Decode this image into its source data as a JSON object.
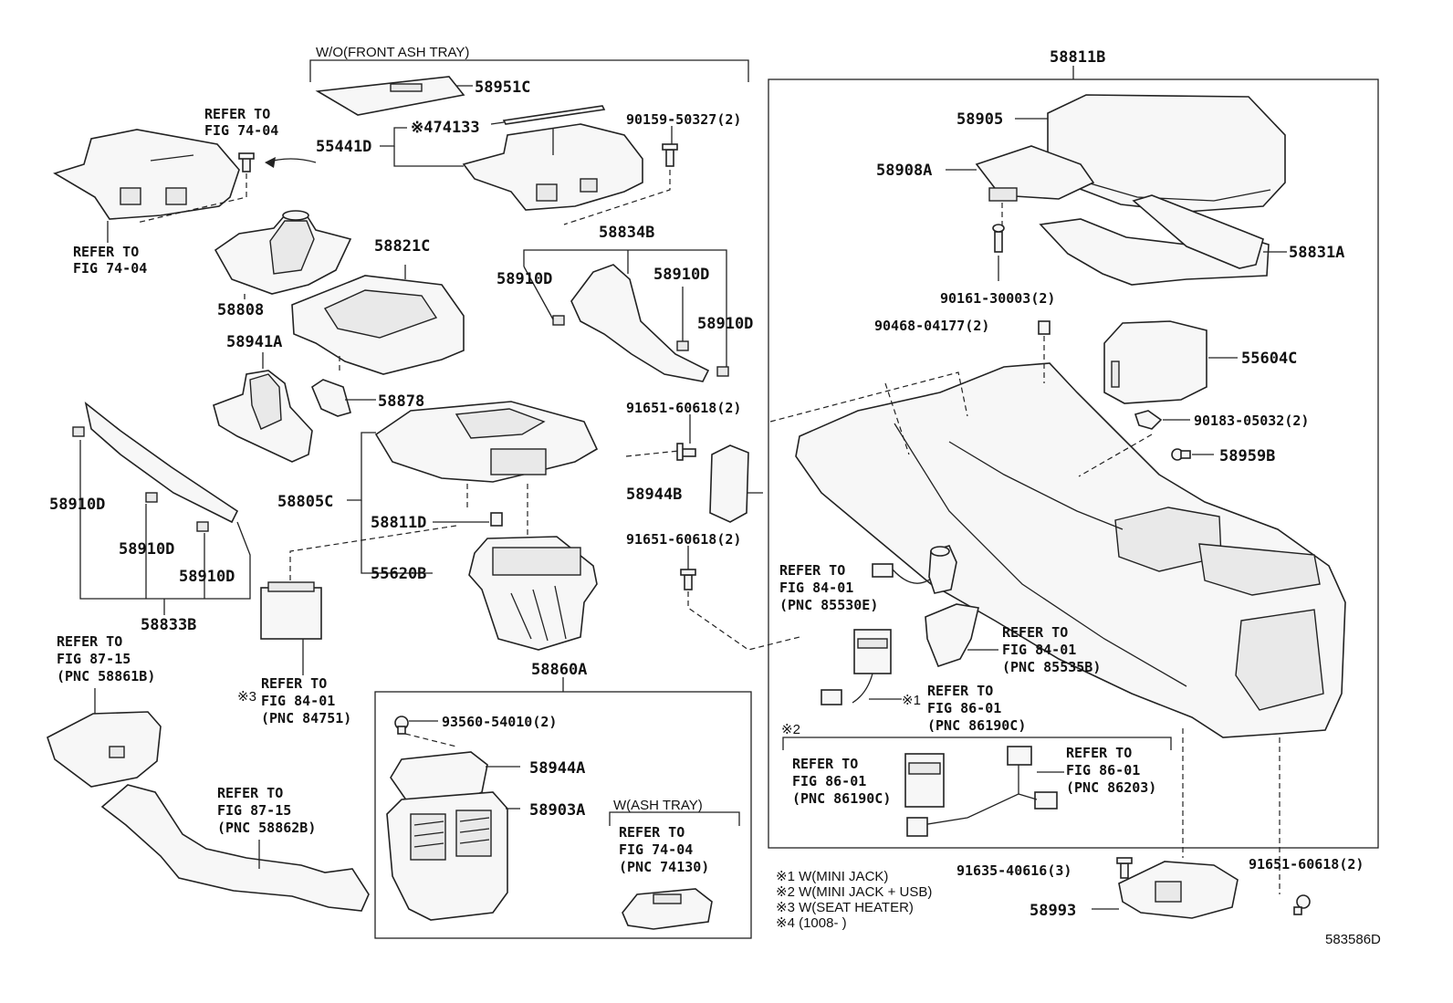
{
  "brackets": {
    "front_ash_tray": "W/O(FRONT ASH TRAY)",
    "ash_tray": "W(ASH TRAY)",
    "group_58811b": "58811B",
    "group_58860a": "58860A"
  },
  "parts": {
    "p58951c": "58951C",
    "p74133": "※474133",
    "p90159": "90159-50327(2)",
    "p55441d": "55441D",
    "p58821c": "58821C",
    "p58808": "58808",
    "p58834b": "58834B",
    "p58910d_a": "58910D",
    "p58910d_b": "58910D",
    "p58910d_c": "58910D",
    "p58910d_d": "58910D",
    "p58910d_e": "58910D",
    "p58910d_f": "58910D",
    "p58941a": "58941A",
    "p58878": "58878",
    "p91651_a": "91651-60618(2)",
    "p58944b": "58944B",
    "p91651_b": "91651-60618(2)",
    "p58805c": "58805C",
    "p58811d": "58811D",
    "p55620b": "55620B",
    "p58833b": "58833B",
    "p58905": "58905",
    "p58908a": "58908A",
    "p58831a": "58831A",
    "p90161": "90161-30003(2)",
    "p90468": "90468-04177(2)",
    "p55604c": "55604C",
    "p90183": "90183-05032(2)",
    "p58959b": "58959B",
    "p93560": "93560-54010(2)",
    "p58944a": "58944A",
    "p58903a": "58903A",
    "p91635": "91635-40616(3)",
    "p58993": "58993",
    "p91651_c": "91651-60618(2)"
  },
  "refs": {
    "r1": [
      "REFER TO",
      "FIG 74-04"
    ],
    "r2": [
      "REFER TO",
      "FIG 74-04"
    ],
    "r3": [
      "REFER TO",
      "FIG 87-15",
      "(PNC 58861B)"
    ],
    "r4": [
      "REFER TO",
      "FIG 84-01",
      "(PNC 84751)"
    ],
    "r5": [
      "REFER TO",
      "FIG 87-15",
      "(PNC 58862B)"
    ],
    "r6": [
      "REFER TO",
      "FIG 84-01",
      "(PNC 85530E)"
    ],
    "r7": [
      "REFER TO",
      "FIG 84-01",
      "(PNC 85535B)"
    ],
    "r8": [
      "REFER TO",
      "FIG 86-01",
      "(PNC 86190C)"
    ],
    "r9": [
      "REFER TO",
      "FIG 86-01",
      "(PNC 86190C)"
    ],
    "r10": [
      "REFER TO",
      "FIG 86-01",
      "(PNC 86203)"
    ],
    "r11": [
      "REFER TO",
      "FIG 74-04",
      "(PNC 74130)"
    ]
  },
  "markers": {
    "m3": "※3",
    "m1": "※1",
    "m2": "※2"
  },
  "legend": [
    "※1 W(MINI JACK)",
    "※2 W(MINI JACK + USB)",
    "※3 W(SEAT HEATER)",
    "※4 (1008-      )"
  ],
  "figure_id": "583586D"
}
